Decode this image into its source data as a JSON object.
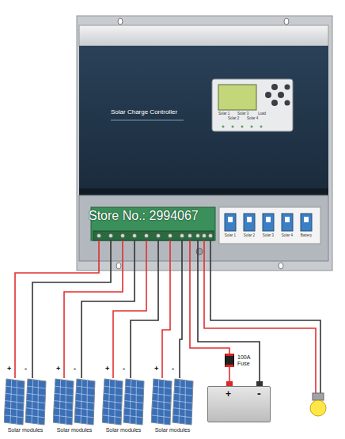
{
  "diagram": {
    "nodes": [
      {
        "text": [
          "Solar Charge Controller"
        ]
      },
      {
        "text": [
          "Solar modules"
        ]
      },
      {
        "text": [
          "Solar modules"
        ]
      },
      {
        "text": [
          "Solar modules"
        ]
      },
      {
        "text": [
          "Solar modules"
        ]
      },
      {
        "text": [
          "100A Fuse"
        ]
      },
      {
        "text": [
          "+",
          "-"
        ]
      }
    ],
    "edges": [
      {
        "from": 0,
        "to": 1,
        "arrow": "none"
      },
      {
        "from": 0,
        "to": 1,
        "arrow": "none"
      },
      {
        "from": 0,
        "to": 2,
        "arrow": "none"
      },
      {
        "from": 0,
        "to": 2,
        "arrow": "none"
      },
      {
        "from": 0,
        "to": 3,
        "arrow": "none"
      },
      {
        "from": 0,
        "to": 3,
        "arrow": "none"
      },
      {
        "from": 0,
        "to": 4,
        "arrow": "none"
      },
      {
        "from": 0,
        "to": 4,
        "arrow": "none"
      },
      {
        "from": 6,
        "to": 5,
        "arrow": "none"
      },
      {
        "from": 5,
        "to": 0,
        "arrow": "none"
      },
      {
        "from": 6,
        "to": 0,
        "arrow": "none"
      }
    ],
    "labels": [
      "Solar 1",
      "Solar 2",
      "Solar 3",
      "Solar 4",
      "Load",
      "Store No.: 2994067",
      "Solar 1",
      "Solar 2",
      "Solar 3",
      "Solar 4",
      "Battery",
      "+",
      "-",
      "+",
      "-",
      "+",
      "-",
      "+",
      "-"
    ]
  }
}
